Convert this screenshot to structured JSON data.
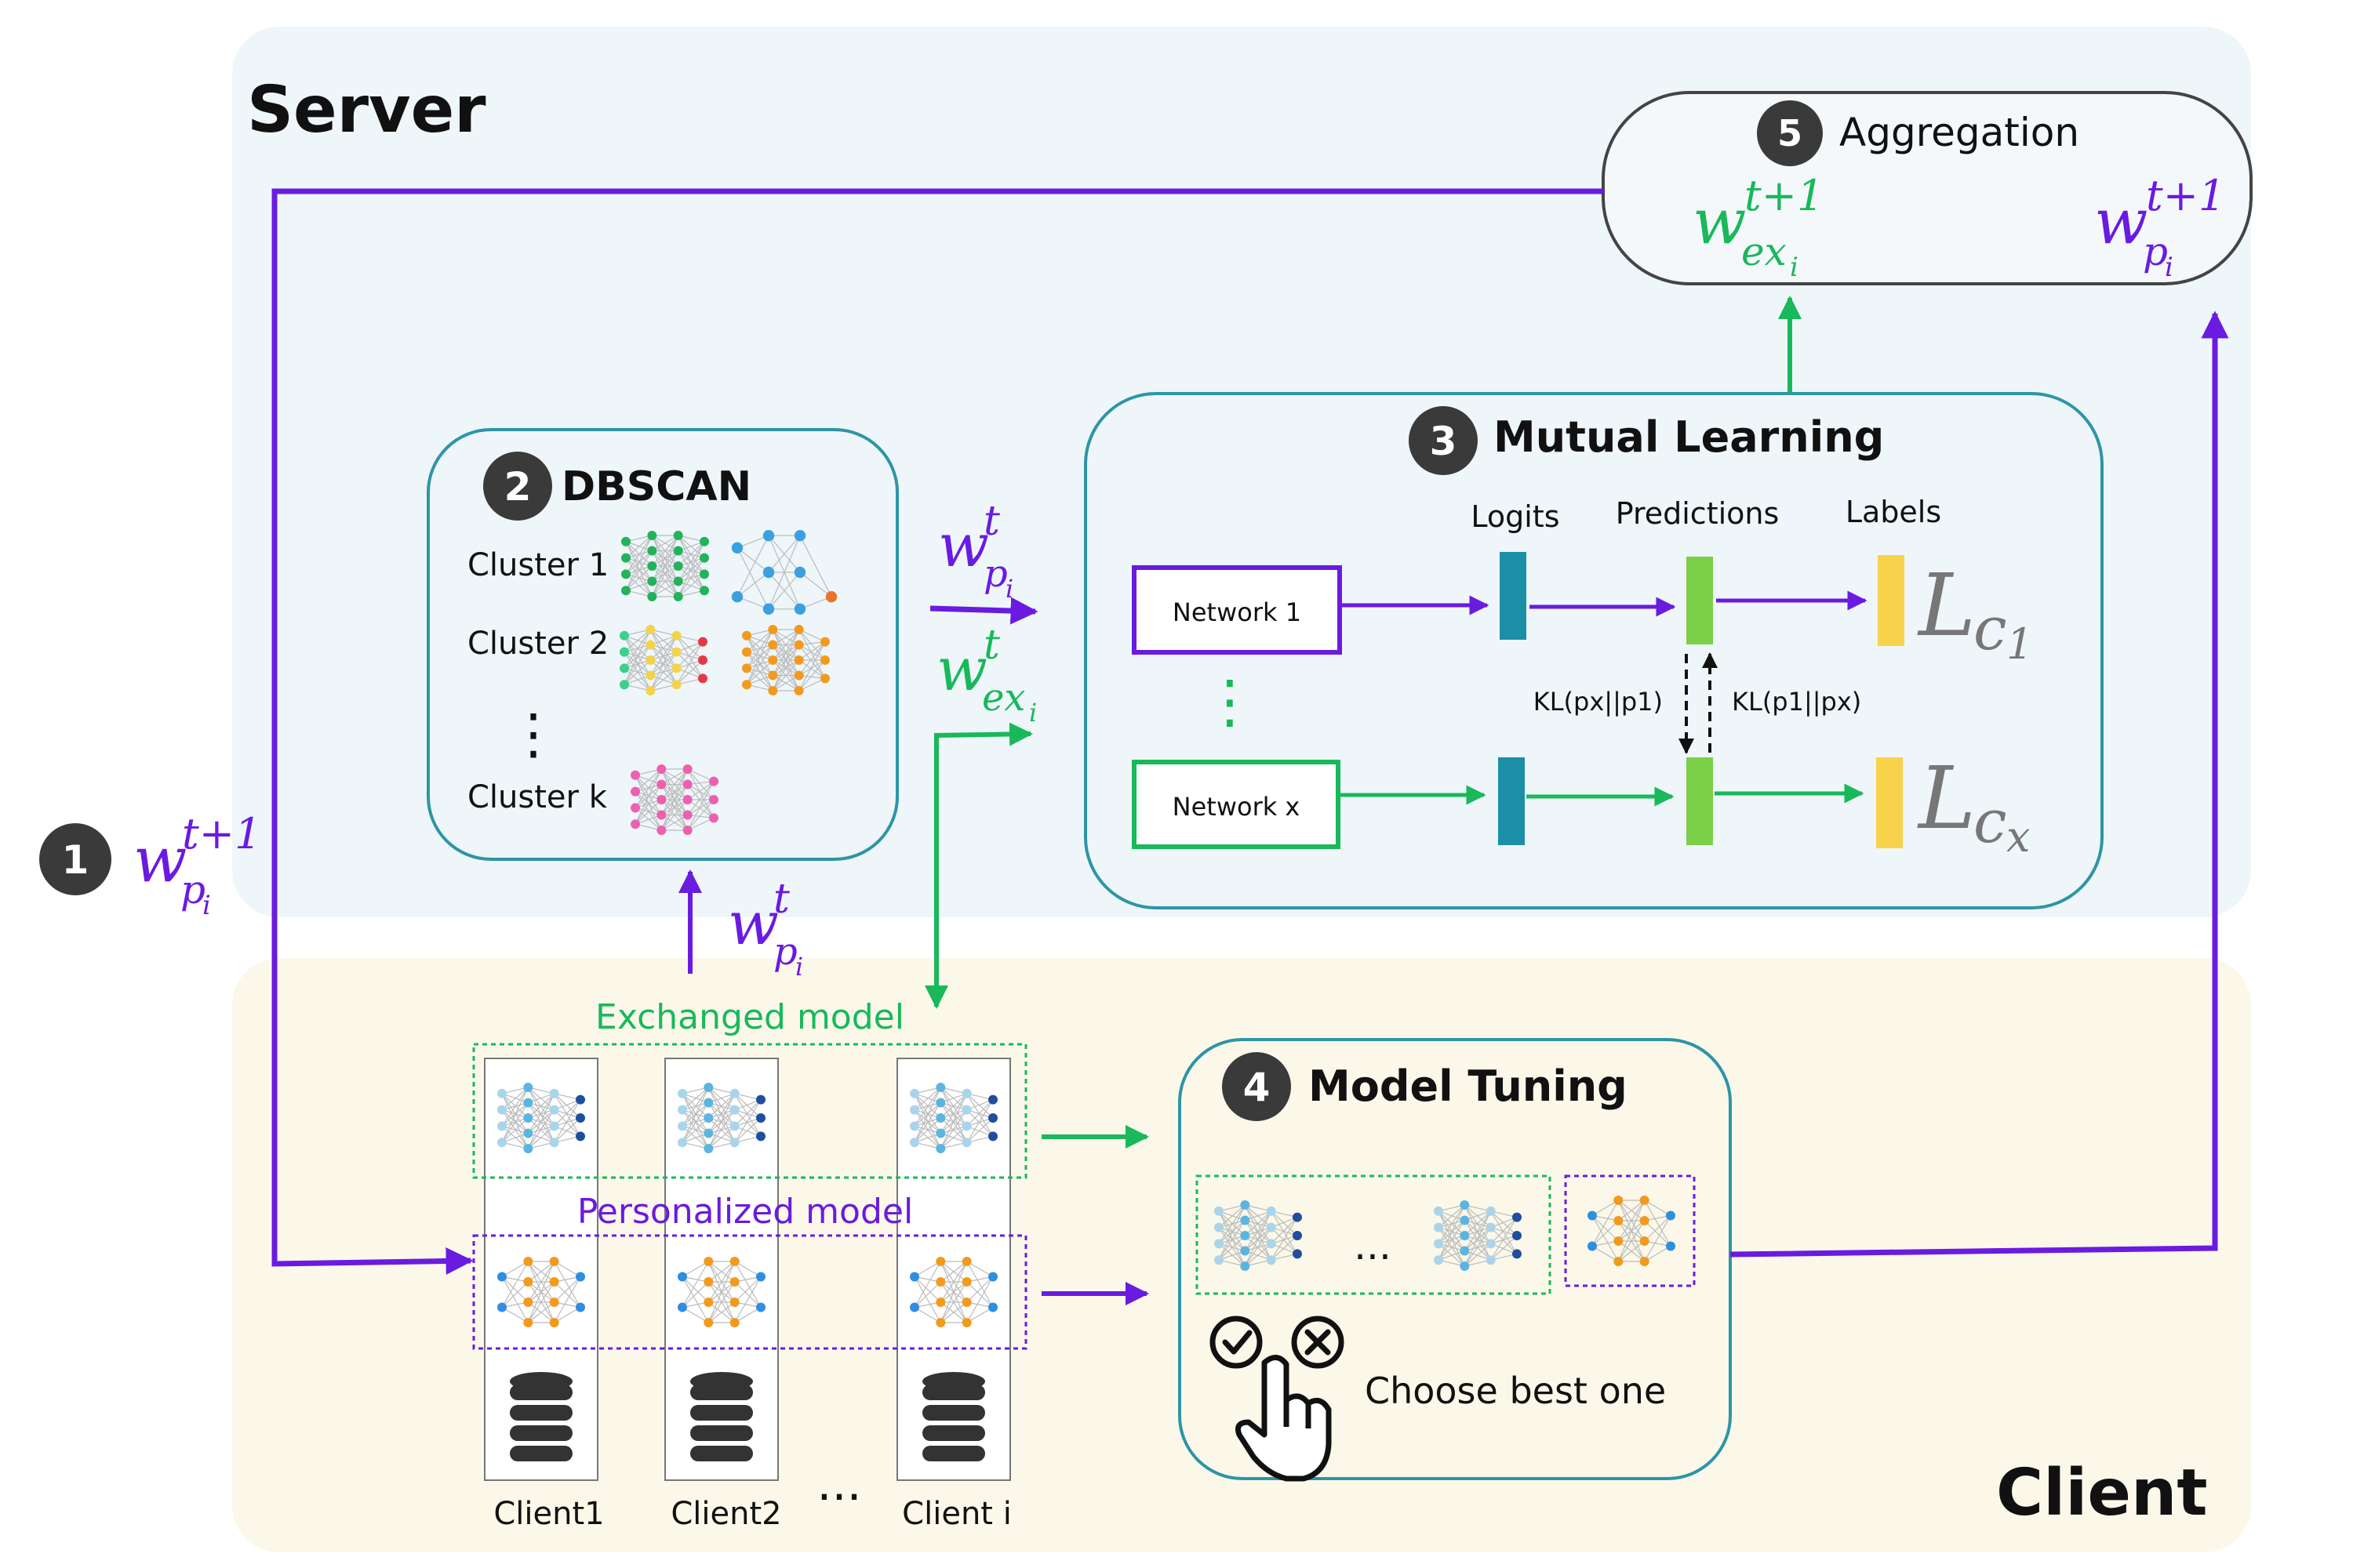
{
  "regions": {
    "server": "Server",
    "client": "Client"
  },
  "steps": {
    "s1": {
      "num": "1"
    },
    "s2": {
      "num": "2",
      "title": "DBSCAN"
    },
    "s3": {
      "num": "3",
      "title": "Mutual Learning"
    },
    "s4": {
      "num": "4",
      "title": "Model Tuning"
    },
    "s5": {
      "num": "5",
      "title": "Aggregation"
    }
  },
  "dbscan": {
    "clusters": [
      "Cluster 1",
      "Cluster 2",
      "Cluster k"
    ],
    "ellipsis": "⋮"
  },
  "mutual": {
    "col_labels": [
      "Logits",
      "Predictions",
      "Labels"
    ],
    "network1": "Network 1",
    "networkx": "Network x",
    "kl1": "KL(px||p1)",
    "kl2": "KL(p1||px)",
    "loss1": {
      "base": "L",
      "sub": "c",
      "subsub": "1"
    },
    "lossx": {
      "base": "L",
      "sub": "c",
      "subsub": "x"
    }
  },
  "client": {
    "exchanged": "Exchanged model",
    "personalized": "Personalized model",
    "clients": [
      "Client1",
      "Client2",
      "Client i"
    ],
    "dots": "···"
  },
  "tuning": {
    "dots": "...",
    "choose": "Choose best one"
  },
  "math": {
    "wp_t1_left": {
      "base": "w",
      "sub": "p",
      "subsub": "i",
      "sup": "t+1"
    },
    "wp_t_mid": {
      "base": "w",
      "sub": "p",
      "subsub": "i",
      "sup": "t"
    },
    "wex_t_mid": {
      "base": "w",
      "sub": "ex",
      "subsub": "i",
      "sup": "t"
    },
    "wp_t_up": {
      "base": "w",
      "sub": "p",
      "subsub": "i",
      "sup": "t"
    },
    "wex_t1_agg": {
      "base": "w",
      "sub": "ex",
      "subsub": "i",
      "sup": "t+1"
    },
    "wp_t1_agg": {
      "base": "w",
      "sub": "p",
      "subsub": "i",
      "sup": "t+1"
    }
  },
  "colors": {
    "purple": "#6a1be0",
    "green": "#19b85a",
    "teal_border": "#2e95a5",
    "server_bg": "#eef6fa",
    "client_bg": "#fbf8ea",
    "logit": "#1a8fa6",
    "pred": "#7bd047",
    "label": "#f8d24a",
    "loss": "#777777",
    "badge": "#3a3a3a"
  }
}
